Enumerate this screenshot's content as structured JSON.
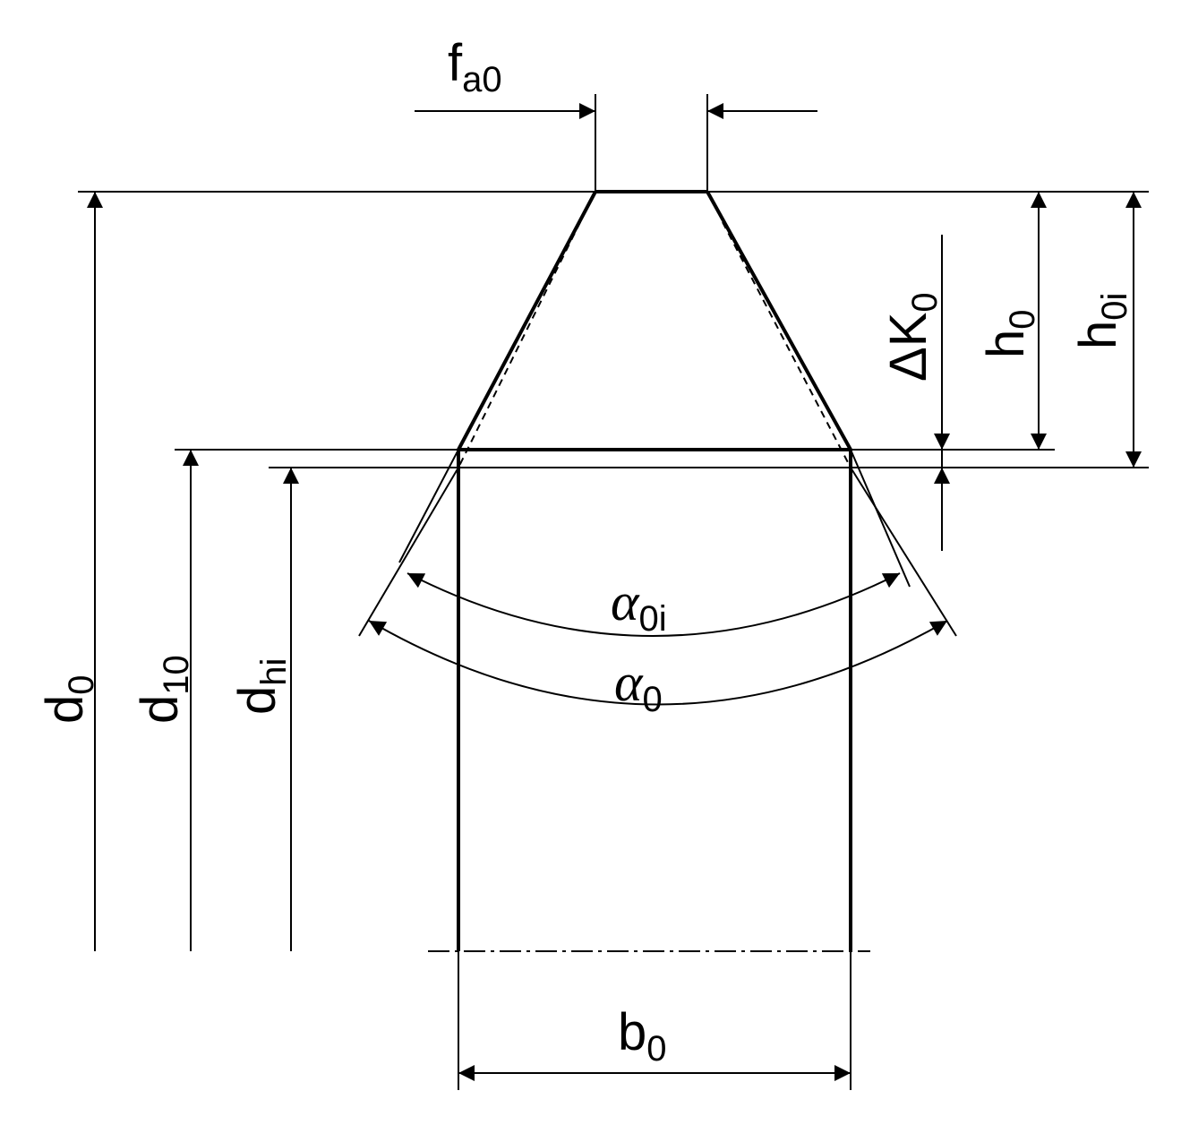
{
  "colors": {
    "ink": "#000000",
    "background": "#ffffff"
  },
  "labels": {
    "fa0": {
      "base": "f",
      "sub": "a0"
    },
    "d0": {
      "base": "d",
      "sub": "0"
    },
    "d10": {
      "base": "d",
      "sub": "10"
    },
    "dhi": {
      "base": "d",
      "sub": "hi"
    },
    "deltaK0": {
      "base": "ΔK",
      "sub": "0"
    },
    "h0": {
      "base": "h",
      "sub": "0"
    },
    "h0i": {
      "base": "h",
      "sub": "0i"
    },
    "alpha0i": {
      "base": "α",
      "sub": "0i"
    },
    "alpha0": {
      "base": "α",
      "sub": "0"
    },
    "b0": {
      "base": "b",
      "sub": "0"
    }
  }
}
